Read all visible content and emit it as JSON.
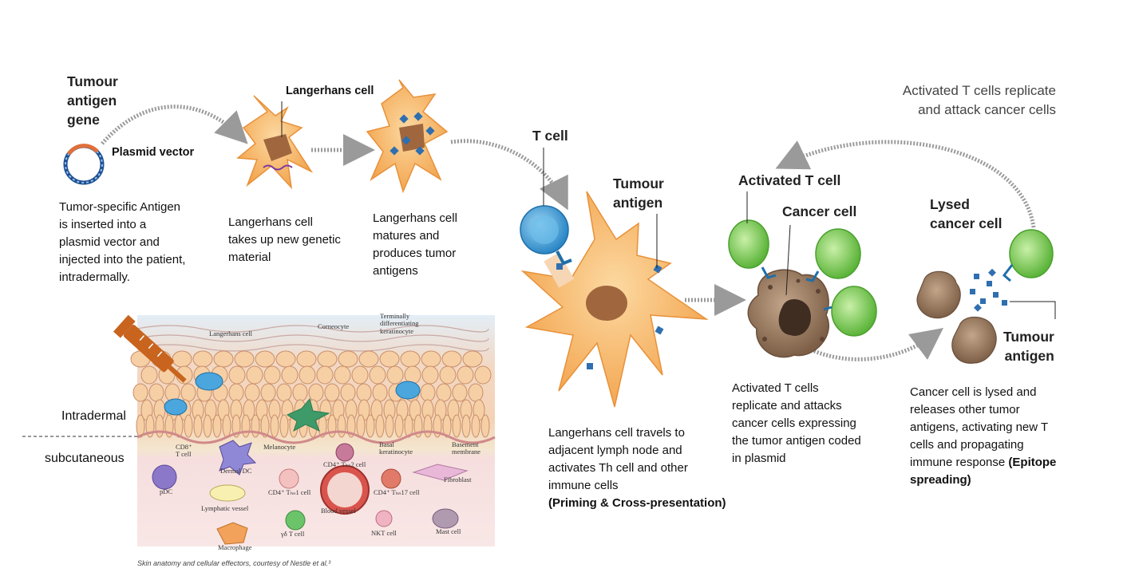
{
  "labels": {
    "tumour_antigen_gene": [
      "Tumour",
      "antigen",
      "gene"
    ],
    "plasmid_vector": "Plasmid vector",
    "langerhans_cell_top": "Langerhans cell",
    "t_cell": "T cell",
    "tumour_antigen_center": [
      "Tumour",
      "antigen"
    ],
    "activated_t_cell": "Activated T cell",
    "cancer_cell": "Cancer cell",
    "lysed_cancer_cell": [
      "Lysed",
      "cancer cell"
    ],
    "tumour_antigen_right": [
      "Tumour",
      "antigen"
    ],
    "activated_replicate": [
      "Activated T cells replicate",
      "and attack cancer cells"
    ]
  },
  "captions": {
    "step1": [
      "Tumor-specific Antigen",
      "is inserted into a",
      "plasmid vector and",
      "injected into the patient,",
      "intradermally."
    ],
    "step2": [
      "Langerhans cell",
      "takes up new genetic",
      "material"
    ],
    "step3": [
      "Langerhans cell",
      "matures and",
      "produces tumor",
      "antigens"
    ],
    "step4": [
      "Langerhans cell travels to",
      "adjacent lymph node and",
      "activates Th cell and other",
      "immune cells"
    ],
    "step4_bold": "(Priming & Cross-presentation)",
    "step5": [
      "Activated T cells",
      "replicate and attacks",
      "cancer cells expressing",
      "the tumor antigen coded",
      "in plasmid"
    ],
    "step6": [
      "Cancer cell is lysed and",
      "releases other tumor",
      "antigens, activating new T",
      "cells and propagating"
    ],
    "step6_tail": "immune response ",
    "step6_bold": [
      "(Epitope",
      "spreading)"
    ]
  },
  "skin": {
    "intradermal": "Intradermal",
    "subcutaneous": "subcutaneous",
    "labels": {
      "langerhans": "Langerhans cell",
      "corneocyte": "Corneocyte",
      "terminal": [
        "Terminally",
        "differentiating",
        "keratinocyte"
      ],
      "cd8": [
        "CD8⁺",
        "T cell"
      ],
      "melanocyte": "Melanocyte",
      "basal": [
        "Basal",
        "keratinocyte"
      ],
      "basement": [
        "Basement",
        "membrane"
      ],
      "dermal_dc": "Dermal DC",
      "cd4_th2": "CD4⁺ Tₕₙ2 cell",
      "pdc": "pDC",
      "fibroblast": "Fibroblast",
      "cd4_th1": "CD4⁺ Tₕₙ1 cell",
      "cd4_th17": "CD4⁺ Tₕₙ17 cell",
      "lymphatic": "Lymphatic vessel",
      "blood": "Blood vessel",
      "gd_t": "γδ T cell",
      "nkt": "NKT cell",
      "mast": "Mast cell",
      "macrophage": "Macrophage"
    },
    "footnote": "Skin anatomy and cellular effectors, courtesy of Nestle et al.³"
  },
  "colors": {
    "langerhans": "#f6b25a",
    "langerhans_dark": "#e8913a",
    "t_cell_blue": "#4aa6dc",
    "activated_green": "#7fcf5a",
    "cancer_brown": "#9a7a60",
    "antigen_blue": "#2f6fb0",
    "arrow_grey": "#9a9a9a",
    "syringe": "#c8641e"
  }
}
